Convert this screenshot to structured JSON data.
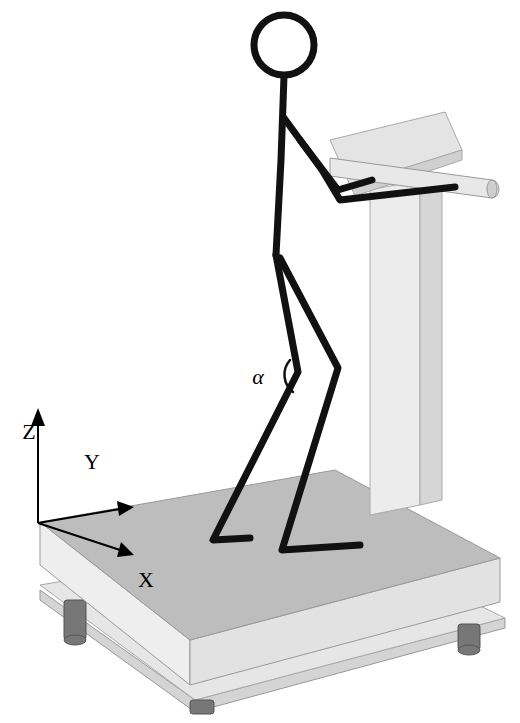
{
  "diagram": {
    "labels": [
      "α",
      "Z",
      "Y",
      "X"
    ]
  }
}
